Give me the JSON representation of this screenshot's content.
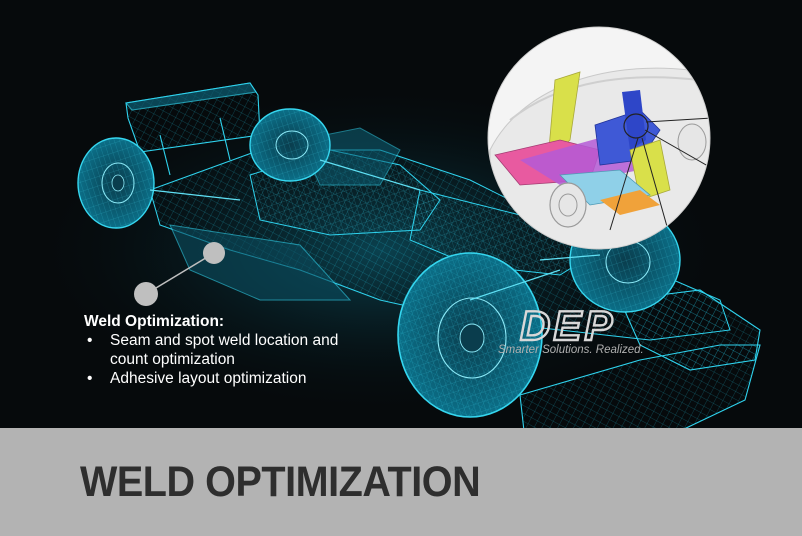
{
  "info_box": {
    "heading": "Weld Optimization:",
    "bullets": [
      "Seam and spot weld location and count optimization",
      "Adhesive layout optimization"
    ]
  },
  "logo": {
    "text": "DEP",
    "tagline": "Smarter Solutions. Realized."
  },
  "footer": {
    "title": "WELD OPTIMIZATION"
  },
  "colors": {
    "background": "#060a0c",
    "wireframe": "#1fc7e6",
    "footer_bar": "#b3b3b3",
    "footer_text": "#2e2e2e",
    "callout_dot": "#bfbfbf"
  },
  "icons": {
    "main_image": "race-car-wireframe",
    "detail_image": "car-body-structure-closeup"
  }
}
